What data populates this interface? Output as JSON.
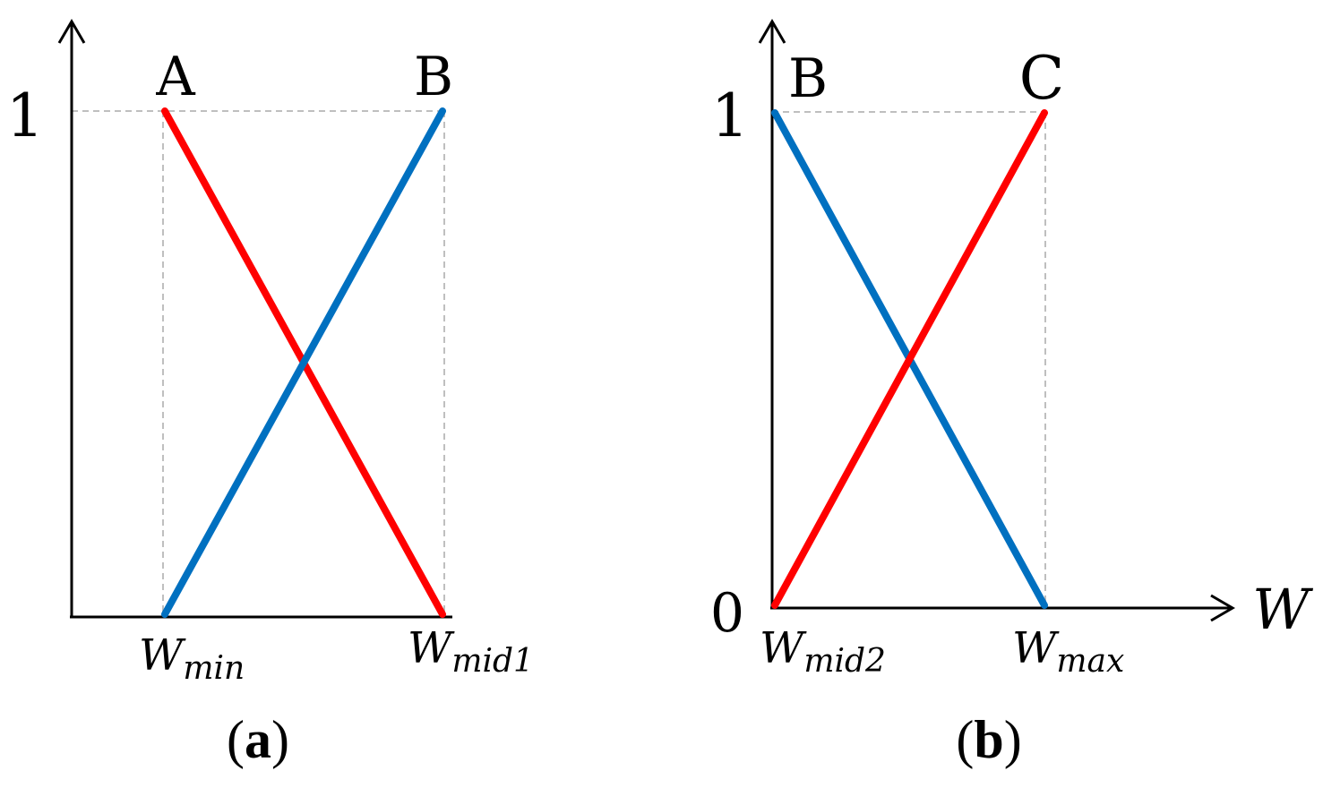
{
  "panels": [
    {
      "id": "a",
      "y_tick_one": "1",
      "y_tick_zero": "",
      "x_axis_label": "",
      "points": [
        {
          "name": "A",
          "x_label_main": "W",
          "x_label_sub": "min"
        },
        {
          "name": "B",
          "x_label_main": "W",
          "x_label_sub": "mid1"
        }
      ],
      "caption": {
        "open": "(",
        "letter": "a",
        "close": ")"
      },
      "lines": [
        {
          "color": "#ff0000",
          "from": [
            0,
            1
          ],
          "to": [
            1,
            0
          ]
        },
        {
          "color": "#0070c0",
          "from": [
            0,
            0
          ],
          "to": [
            1,
            1
          ]
        }
      ]
    },
    {
      "id": "b",
      "y_tick_one": "1",
      "y_tick_zero": "0",
      "x_axis_label": "W",
      "points": [
        {
          "name": "B",
          "x_label_main": "W",
          "x_label_sub": "mid2"
        },
        {
          "name": "C",
          "x_label_main": "W",
          "x_label_sub": "max"
        }
      ],
      "caption": {
        "open": "(",
        "letter": "b",
        "close": ")"
      },
      "lines": [
        {
          "color": "#0070c0",
          "from": [
            0,
            1
          ],
          "to": [
            1,
            0
          ]
        },
        {
          "color": "#ff0000",
          "from": [
            0,
            0
          ],
          "to": [
            1,
            1
          ]
        }
      ]
    }
  ],
  "colors": {
    "red": "#ff0000",
    "blue": "#0070c0",
    "guide": "#bfbfbf",
    "axis": "#000000"
  }
}
